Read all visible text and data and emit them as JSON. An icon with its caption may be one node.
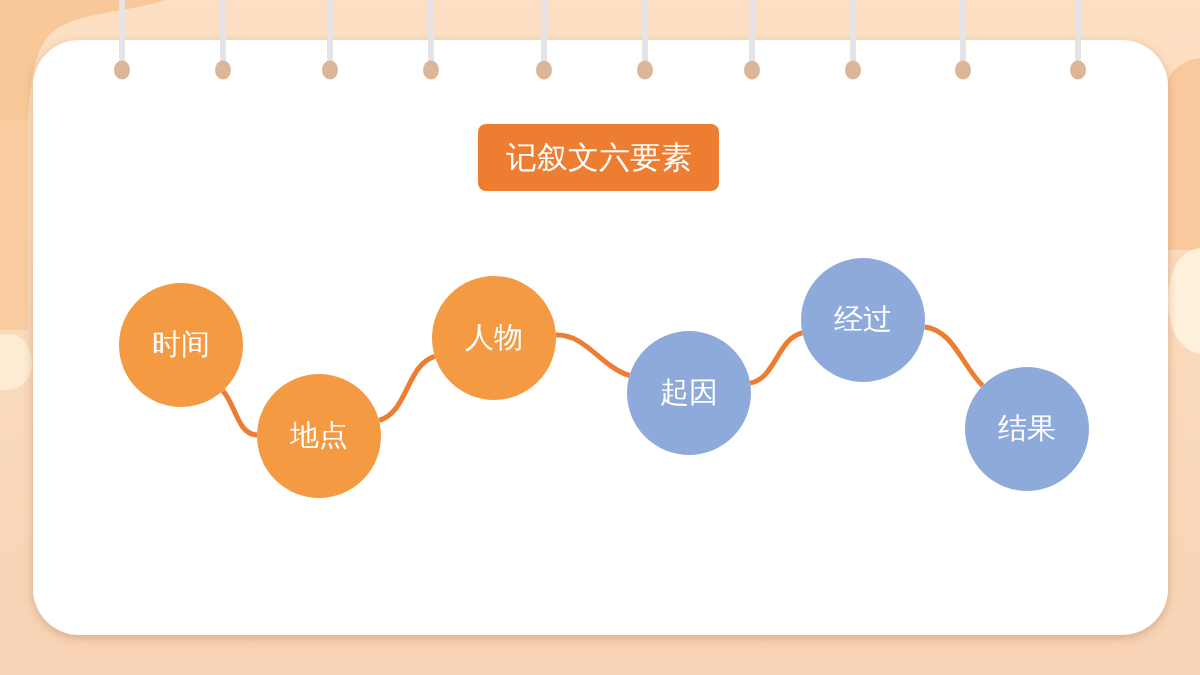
{
  "diagram": {
    "title": "记叙文六要素",
    "nodes": [
      {
        "text": [
          "时间"
        ]
      },
      {
        "text": [
          "地点"
        ]
      },
      {
        "text": [
          "人物"
        ]
      },
      {
        "text": [
          "起因"
        ]
      },
      {
        "text": [
          "经过"
        ]
      },
      {
        "text": [
          "结果"
        ]
      }
    ],
    "edges": [
      {
        "from": 0,
        "to": 1,
        "arrow": "none"
      },
      {
        "from": 1,
        "to": 2,
        "arrow": "none"
      },
      {
        "from": 2,
        "to": 3,
        "arrow": "none"
      },
      {
        "from": 3,
        "to": 4,
        "arrow": "none"
      },
      {
        "from": 4,
        "to": 5,
        "arrow": "none"
      }
    ]
  }
}
